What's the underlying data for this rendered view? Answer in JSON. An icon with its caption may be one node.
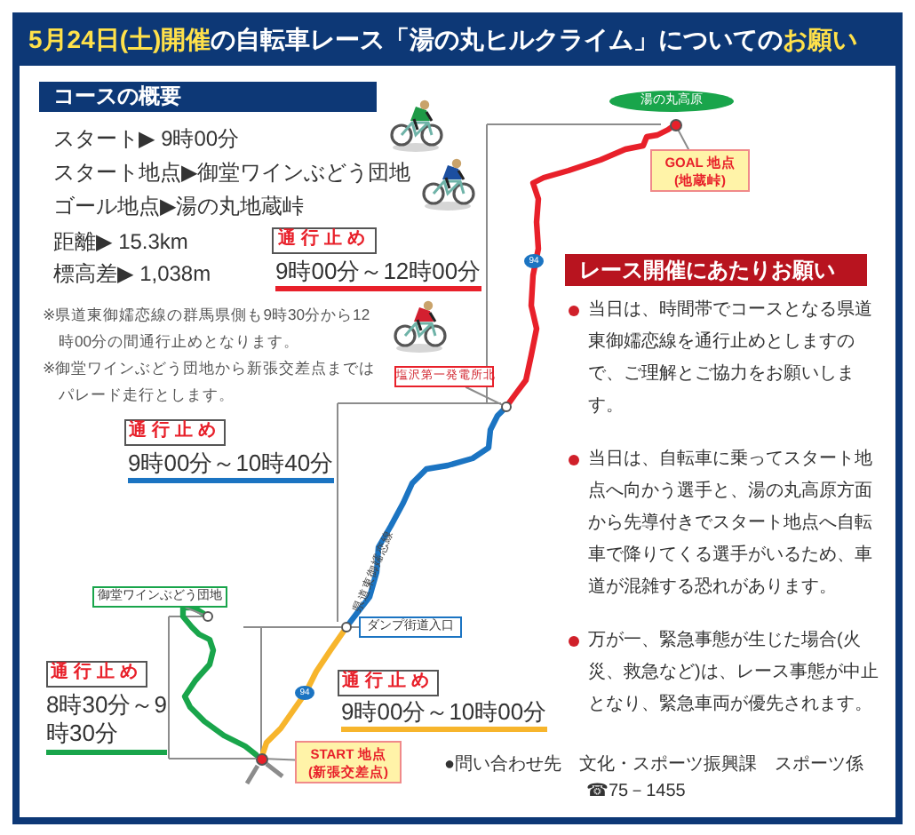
{
  "diagram": {
    "title": "**5月24日(土)開催**の自転車レース「湯の丸ヒルクライム」についての**お願い**",
    "nodes": [
      {
        "text": [
          "コースの概要"
        ],
        "beside": [
          "スタート▶ 9時00分",
          "スタート地点▶御堂ワインぶどう団地",
          "ゴール地点▶湯の丸地蔵峠",
          "距離▶ 15.3km",
          "標高差▶ 1,038m"
        ]
      },
      {
        "text": [
          "通行止め"
        ],
        "beside": [
          "9時00分～12時00分"
        ]
      },
      {
        "text": [
          "湯の丸高原"
        ]
      },
      {
        "text": [],
        "shape": "circle"
      },
      {
        "text": [
          "GOAL 地点(地蔵峠)"
        ]
      },
      {
        "text": [
          "レース開催にあたりお願い"
        ]
      },
      {
        "text": [
          "塩沢第一発電所北"
        ]
      },
      {
        "text": [],
        "shape": "circle"
      },
      {
        "text": [
          "通行止め"
        ],
        "beside": [
          "9時00分～10時40分"
        ]
      },
      {
        "text": [
          "御堂ワインぶどう団地"
        ]
      },
      {
        "text": [],
        "shape": "circle"
      },
      {
        "text": [
          "ダンプ街道入口"
        ]
      },
      {
        "text": [],
        "shape": "circle"
      },
      {
        "text": [
          "通行止め"
        ],
        "beside": [
          "8時30分～9時30分"
        ]
      },
      {
        "text": [
          "通行止め"
        ],
        "beside": [
          "9時00分～10時00分"
        ]
      },
      {
        "text": [],
        "shape": "circle"
      },
      {
        "text": [
          "START 地点(新張交差点)"
        ]
      }
    ],
    "edges": [
      {
        "from": 15,
        "to": 12,
        "arrow": "none",
        "style": "thick",
        "color": "#f7b52c"
      },
      {
        "from": 12,
        "to": 7,
        "arrow": "none",
        "style": "thick",
        "color": "#1b74c2"
      },
      {
        "from": 7,
        "to": 3,
        "arrow": "none",
        "style": "thick",
        "color": "#e8202a"
      },
      {
        "from": 15,
        "to": 10,
        "arrow": "none",
        "style": "thick",
        "color": "#19a54b"
      },
      {
        "from": 4,
        "to": 3,
        "arrow": "none"
      },
      {
        "from": 6,
        "to": 7,
        "arrow": "none"
      },
      {
        "from": 9,
        "to": 10,
        "arrow": "none"
      },
      {
        "from": 11,
        "to": 12,
        "arrow": "none"
      },
      {
        "from": 16,
        "to": 15,
        "arrow": "none"
      }
    ],
    "labels": [
      "※県道東御嬬恋線の群馬県側も9時30分から12時00分の間通行止めとなります。",
      "※御堂ワインぶどう団地から新張交差点まではパレード走行とします。",
      "当日は、時間帯でコースとなる県道東御嬬恋線を通行止めとしますので、ご理解とご協力をお願いします。",
      "当日は、自転車に乗ってスタート地点へ向かう選手と、湯の丸高原方面から先導付きでスタート地点へ自転車で降りてくる選手がいるため、車道が混雑する恐れがあります。",
      "万が一、緊急事態が生じた場合(火災、救急など)は、レース事態が中止となり、緊急車両が優先されます。",
      "94",
      "県道東御嬬恋線",
      "94",
      "●問い合わせ先　文化・スポーツ振興課　スポーツ係",
      "☎75－1455"
    ]
  }
}
